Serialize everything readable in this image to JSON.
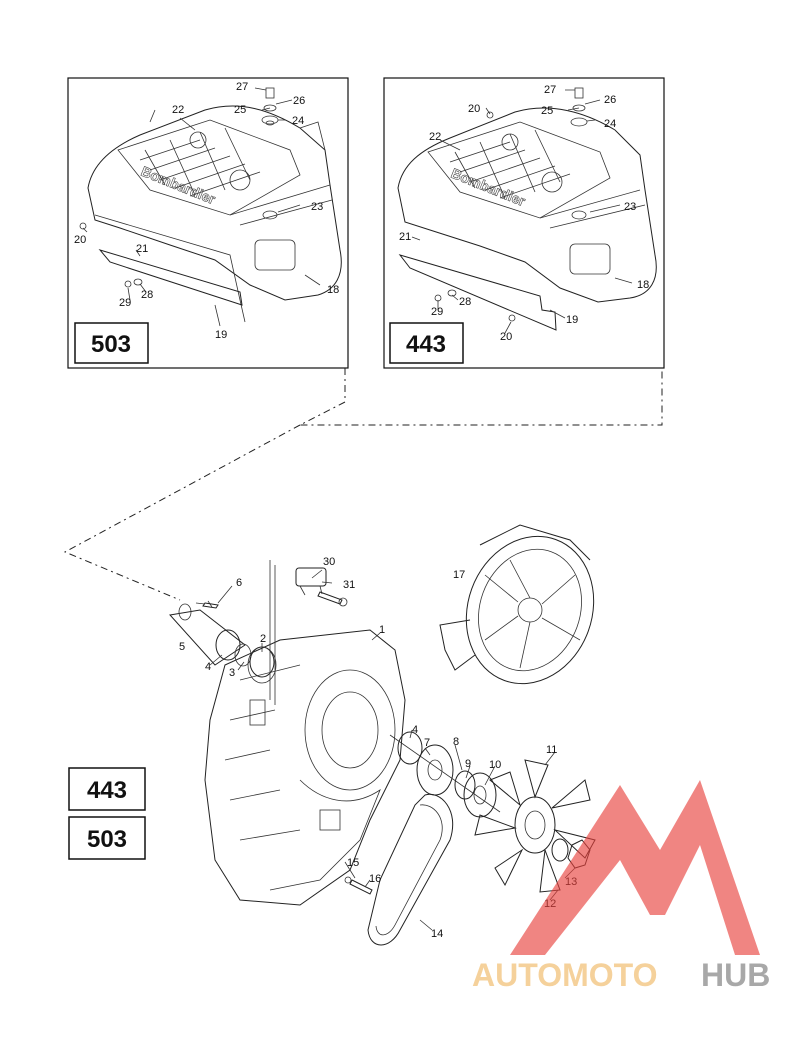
{
  "panels": {
    "left": {
      "model": "503",
      "callouts": {
        "c27": "27",
        "c26": "26",
        "c25": "25",
        "c24": "24",
        "c22": "22",
        "c23": "23",
        "c20": "20",
        "c21": "21",
        "c18": "18",
        "c29": "29",
        "c28": "28",
        "c19": "19"
      }
    },
    "right": {
      "model": "443",
      "callouts": {
        "c27": "27",
        "c26": "26",
        "c20a": "20",
        "c25": "25",
        "c24": "24",
        "c22": "22",
        "c23": "23",
        "c21": "21",
        "c18": "18",
        "c29": "29",
        "c28": "28",
        "c19": "19",
        "c20b": "20"
      }
    }
  },
  "main": {
    "models": [
      "443",
      "503"
    ],
    "callouts": {
      "c30": "30",
      "c6": "6",
      "c31": "31",
      "c17": "17",
      "c5": "5",
      "c2": "2",
      "c4a": "4",
      "c3": "3",
      "c1": "1",
      "c4b": "4",
      "c7": "7",
      "c8": "8",
      "c9": "9",
      "c10": "10",
      "c11": "11",
      "c15": "15",
      "c16": "16",
      "c13": "13",
      "c12": "12",
      "c14": "14"
    }
  },
  "watermark": {
    "text_a": "AUTOMOTO",
    "text_b": "HUB",
    "color_a": "#f2c27a",
    "color_b": "#8c8c8c",
    "triangle_color": "#e8413c"
  }
}
